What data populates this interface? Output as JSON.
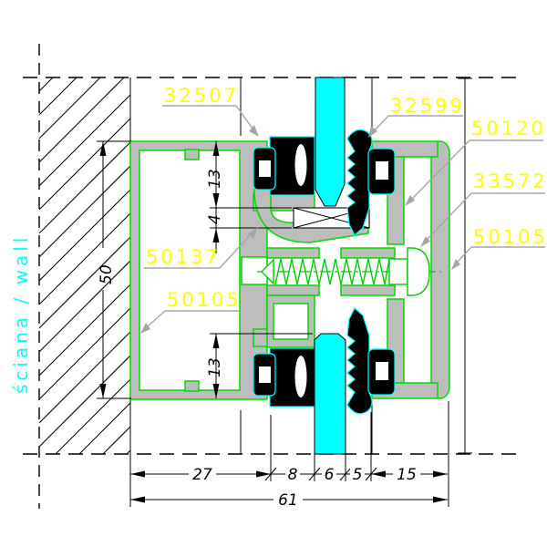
{
  "drawing": {
    "wall_text": "ściana / wall",
    "labels": {
      "l32507": "32507",
      "l32599": "32599",
      "l50120": "50120",
      "l33572": "33572",
      "l50105_right": "50105",
      "l50137": "50137",
      "l50105_left": "50105"
    },
    "dims": {
      "v13_top": "13",
      "v4": "4",
      "v50": "50",
      "v13_bottom": "13",
      "h27": "27",
      "h8": "8",
      "h6": "6",
      "h5": "5",
      "h15": "15",
      "h61": "61"
    },
    "colors": {
      "profile_outline_green": "#00d900",
      "metal_gray": "#bdbdbd",
      "glass_cyan": "#00ffff",
      "gasket_black": "#000000",
      "label_yellow": "#ffff00",
      "leader_gray": "#a6a6a6",
      "line_black": "#000000",
      "background": "#ffffff"
    }
  }
}
